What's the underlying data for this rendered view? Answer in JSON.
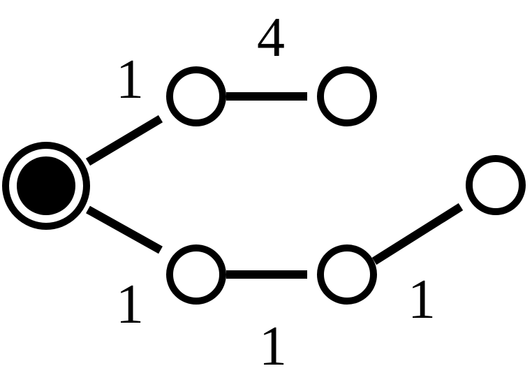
{
  "graph": {
    "nodes": [
      {
        "id": "root",
        "kind": "start"
      },
      {
        "id": "top-mid",
        "kind": "state"
      },
      {
        "id": "top-right",
        "kind": "state"
      },
      {
        "id": "bottom-mid",
        "kind": "state"
      },
      {
        "id": "bottom-right",
        "kind": "state"
      },
      {
        "id": "far-right",
        "kind": "state"
      }
    ],
    "edges": [
      {
        "from": "root",
        "to": "top-mid",
        "label": "1"
      },
      {
        "from": "top-mid",
        "to": "top-right",
        "label": "4"
      },
      {
        "from": "root",
        "to": "bottom-mid",
        "label": "1"
      },
      {
        "from": "bottom-mid",
        "to": "bottom-right",
        "label": "1"
      },
      {
        "from": "bottom-right",
        "to": "far-right",
        "label": "1"
      }
    ]
  },
  "colors": {
    "stroke": "#000000",
    "fill": "#ffffff",
    "start_fill": "#000000"
  }
}
